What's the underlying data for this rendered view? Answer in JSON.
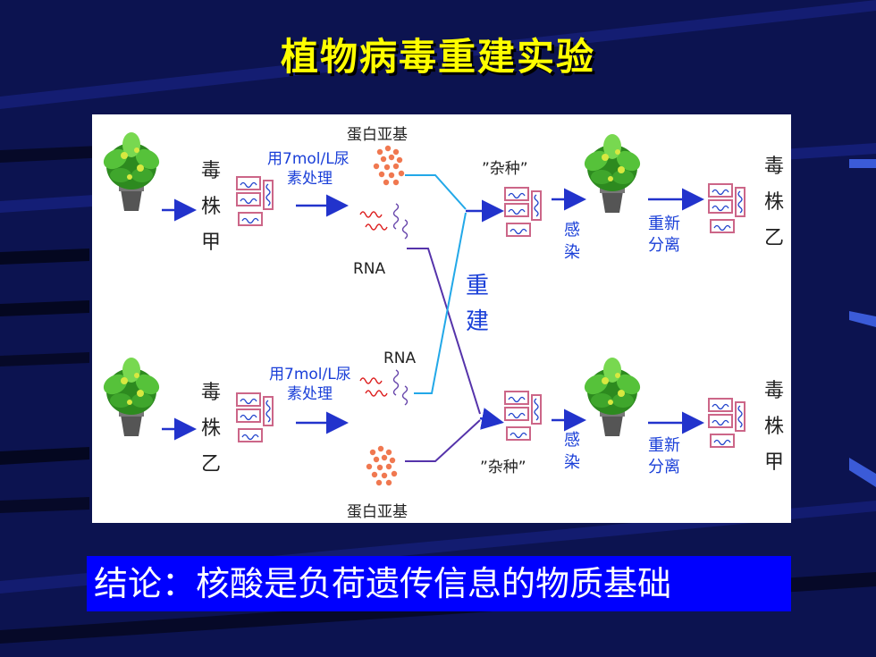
{
  "slide": {
    "title": "植物病毒重建实验",
    "conclusion": "结论：核酸是负荷遗传信息的物质基础"
  },
  "diagram": {
    "top": {
      "strain_label": "毒株甲",
      "treatment_line1": "用7mol/L尿",
      "treatment_line2": "素处理",
      "protein_label": "蛋白亚基",
      "rna_label": "RNA",
      "hybrid_label": "”杂种”",
      "infect_label": "感染",
      "reseparate_line1": "重新",
      "reseparate_line2": "分离",
      "result_strain_label": "毒株乙"
    },
    "bottom": {
      "strain_label": "毒株乙",
      "treatment_line1": "用7mol/L尿",
      "treatment_line2": "素处理",
      "protein_label": "蛋白亚基",
      "rna_label": "RNA",
      "hybrid_label": "”杂种”",
      "infect_label": "感染",
      "reseparate_line1": "重新",
      "reseparate_line2": "分离",
      "result_strain_label": "毒株甲"
    },
    "center_label": "重建"
  },
  "colors": {
    "background": "#0c1350",
    "title": "#ffff00",
    "conclusion_bg": "#0000ff",
    "label_blue": "#1a3fd8",
    "arrow": "#2233cc",
    "rna_line_light": "#22a8e8",
    "rna_line_dark": "#5533aa",
    "protein": "#f07850"
  }
}
